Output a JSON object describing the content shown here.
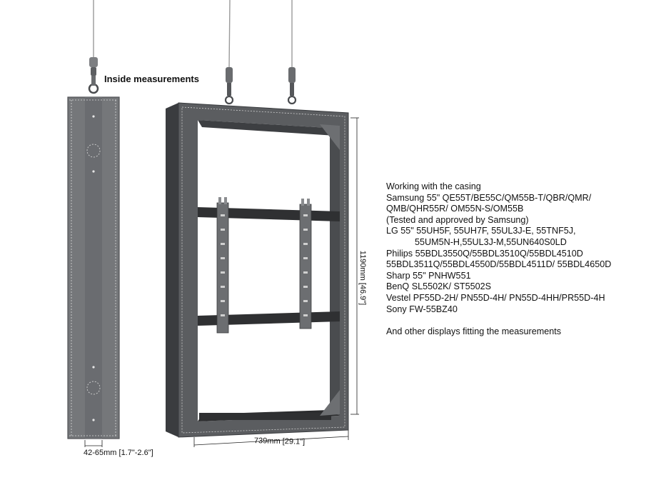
{
  "heading": "Inside measurements",
  "dimensions": {
    "depth": "42-65mm [1.7\"-2.6\"]",
    "width": "739mm [29.1\"]",
    "height": "1190mm [46.9\"]"
  },
  "info": {
    "lines": [
      "Working with the casing",
      "Samsung 55\" QE55T/BE55C/QM55B-T/QBR/QMR/",
      "QMB/QHR55R/ OM55N-S/OM55B",
      "(Tested and approved by Samsung)",
      "LG 55\" 55UH5F, 55UH7F, 55UL3J-E, 55TNF5J,",
      "55UM5N-H,55UL3J-M,55UN640S0LD",
      "Philips 55BDL3550Q/55BDL3510Q/55BDL4510D",
      "55BDL3511Q/55BDL4550D/55BDL4511D/ 55BDL4650D",
      "Sharp 55\" PNHW551",
      "BenQ SL5502K/ ST5502S",
      "Vestel PF55D-2H/ PN55D-4H/ PN55D-4HH/PR55D-4H",
      "Sony FW-55BZ40"
    ],
    "footer": "And other displays fitting the measurements"
  },
  "colors": {
    "frame": "#5b5d60",
    "frame_dark": "#2f3032",
    "panel": "#75777a",
    "bracket": "#6c6e71",
    "wire": "#9a9a9a"
  }
}
